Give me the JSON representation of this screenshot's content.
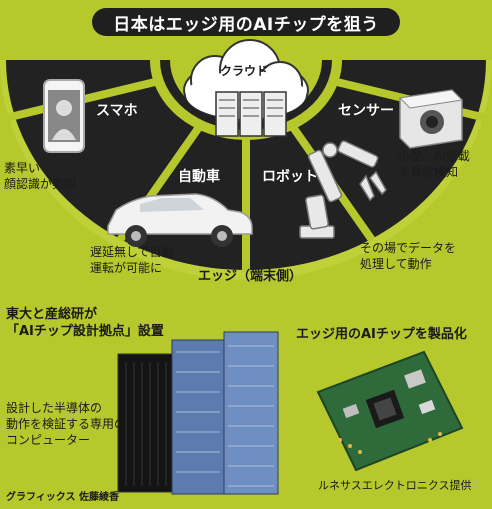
{
  "title": "日本はエッジ用のAIチップを狙う",
  "cloud": {
    "label": "クラウド"
  },
  "segments": {
    "smartphone": {
      "label": "スマホ",
      "caption": "素早い\n顔認識が実現"
    },
    "car": {
      "label": "自動車",
      "caption": "遅延無しで自動\n運転が可能に"
    },
    "robot": {
      "label": "ロボット",
      "caption": "その場でデータを\n処理して動作"
    },
    "sensor": {
      "label": "センサー",
      "caption": "小型。AI搭載\nで異常検知"
    }
  },
  "edge_label": "エッジ（端末側）",
  "bottom_left": {
    "heading": "東大と産総研が\n「AIチップ設計拠点」設置",
    "caption": "設計した半導体の\n動作を検証する専用の\nコンピューター"
  },
  "bottom_right": {
    "heading": "エッジ用のAIチップを製品化",
    "credit": "ルネサスエレクトロニクス提供"
  },
  "graphics_credit": "グラフィックス 佐藤綾香",
  "colors": {
    "background": "#b6c82c",
    "fan_dark": "#1f1f1f",
    "fan_light": "#b6c82c",
    "title_bar": "#1f1f1f"
  }
}
